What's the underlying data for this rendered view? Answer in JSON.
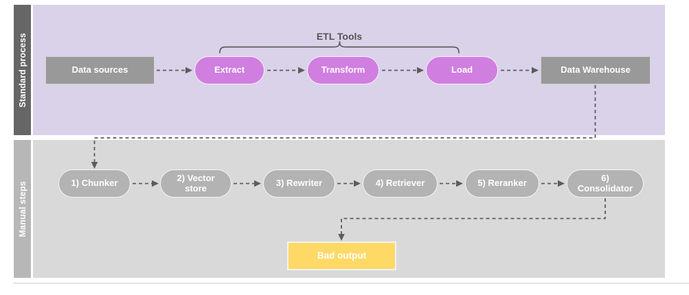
{
  "lanes": {
    "standard": {
      "label": "Standard process"
    },
    "manual": {
      "label": "Manual steps"
    }
  },
  "standard_flow": {
    "etl_tools_label": "ETL Tools",
    "nodes": {
      "data_sources": "Data sources",
      "extract": "Extract",
      "transform": "Transform",
      "load": "Load",
      "data_warehouse": "Data Warehouse"
    }
  },
  "manual_flow": {
    "steps": [
      "1) Chunker",
      "2) Vector store",
      "3) Rewriter",
      "4) Retriever",
      "5) Reranker",
      "6) Consolidator"
    ],
    "bad_output_label": "Bad output"
  },
  "colors": {
    "lane-standard-bg": "#D9D2E9",
    "lane-standard-bar": "#666666",
    "lane-manual-bg": "#D9D9D9",
    "lane-manual-bar": "#B7B7B7",
    "node-gray": "#999999",
    "node-pill-gray": "#B3B3B3",
    "node-pink": "#D07EE0",
    "node-yellow": "#FFD966",
    "connector": "#5C5C5C",
    "node-text": "#FFFFFF",
    "annotation-text": "#545454"
  }
}
